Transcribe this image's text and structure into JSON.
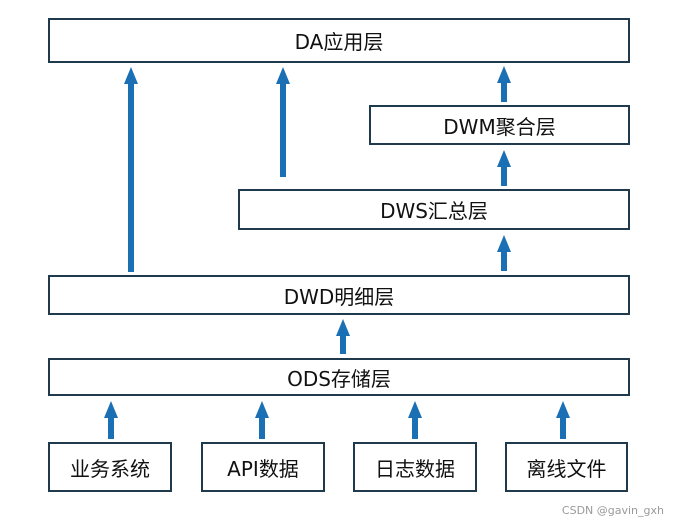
{
  "layers": {
    "da": "DA应用层",
    "dwm": "DWM聚合层",
    "dws": "DWS汇总层",
    "dwd": "DWD明细层",
    "ods": "ODS存储层"
  },
  "sources": [
    "业务系统",
    "API数据",
    "日志数据",
    "离线文件"
  ],
  "watermark": "CSDN @gavin_gxh",
  "colors": {
    "arrow": "#1a6fb5",
    "border": "#1f3a4d"
  }
}
